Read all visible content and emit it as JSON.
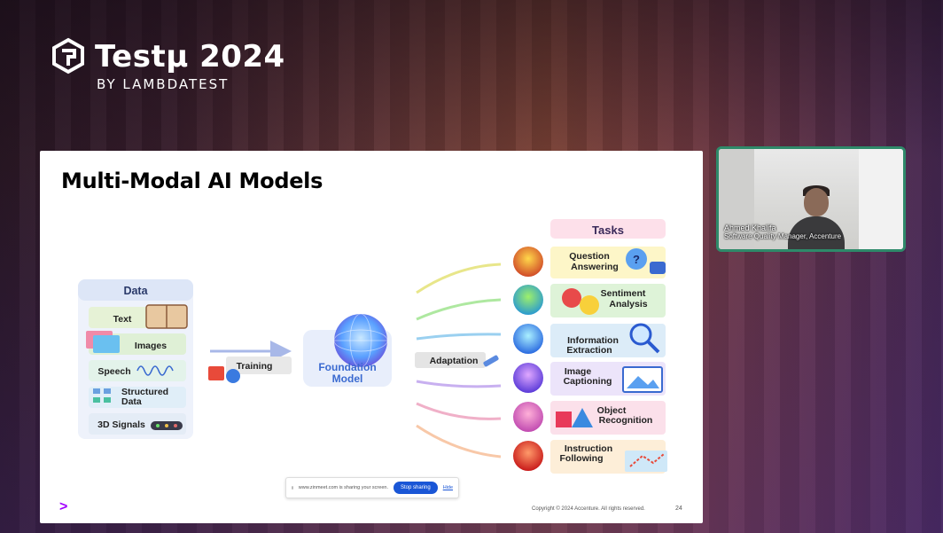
{
  "brand": {
    "name": "Testμ 2024",
    "sub": "BY LAMBDATEST"
  },
  "slide": {
    "title": "Multi-Modal AI Models",
    "data_header": "Data",
    "data_items": [
      "Text",
      "Images",
      "Speech",
      "Structured Data",
      "3D Signals"
    ],
    "training_label": "Training",
    "foundation_label": "Foundation Model",
    "adaptation_label": "Adaptation",
    "tasks_header": "Tasks",
    "tasks": [
      "Question Answering",
      "Sentiment Analysis",
      "Information Extraction",
      "Image Captioning",
      "Object Recognition",
      "Instruction Following"
    ],
    "copyright": "Copyright © 2024 Accenture. All rights reserved.",
    "page_number": "24",
    "accent_mark": ">"
  },
  "share_bar": {
    "text": "www.zinmeet.com is sharing your screen.",
    "stop_label": "Stop sharing",
    "hide_label": "Hide"
  },
  "webcam": {
    "name": "Ahmed Khalifa",
    "role": "Software Quality Manager, Accenture"
  },
  "colors": {
    "accent_purple": "#a100ff",
    "share_blue": "#1a56d6",
    "webcam_border": "#2e8a6a"
  }
}
